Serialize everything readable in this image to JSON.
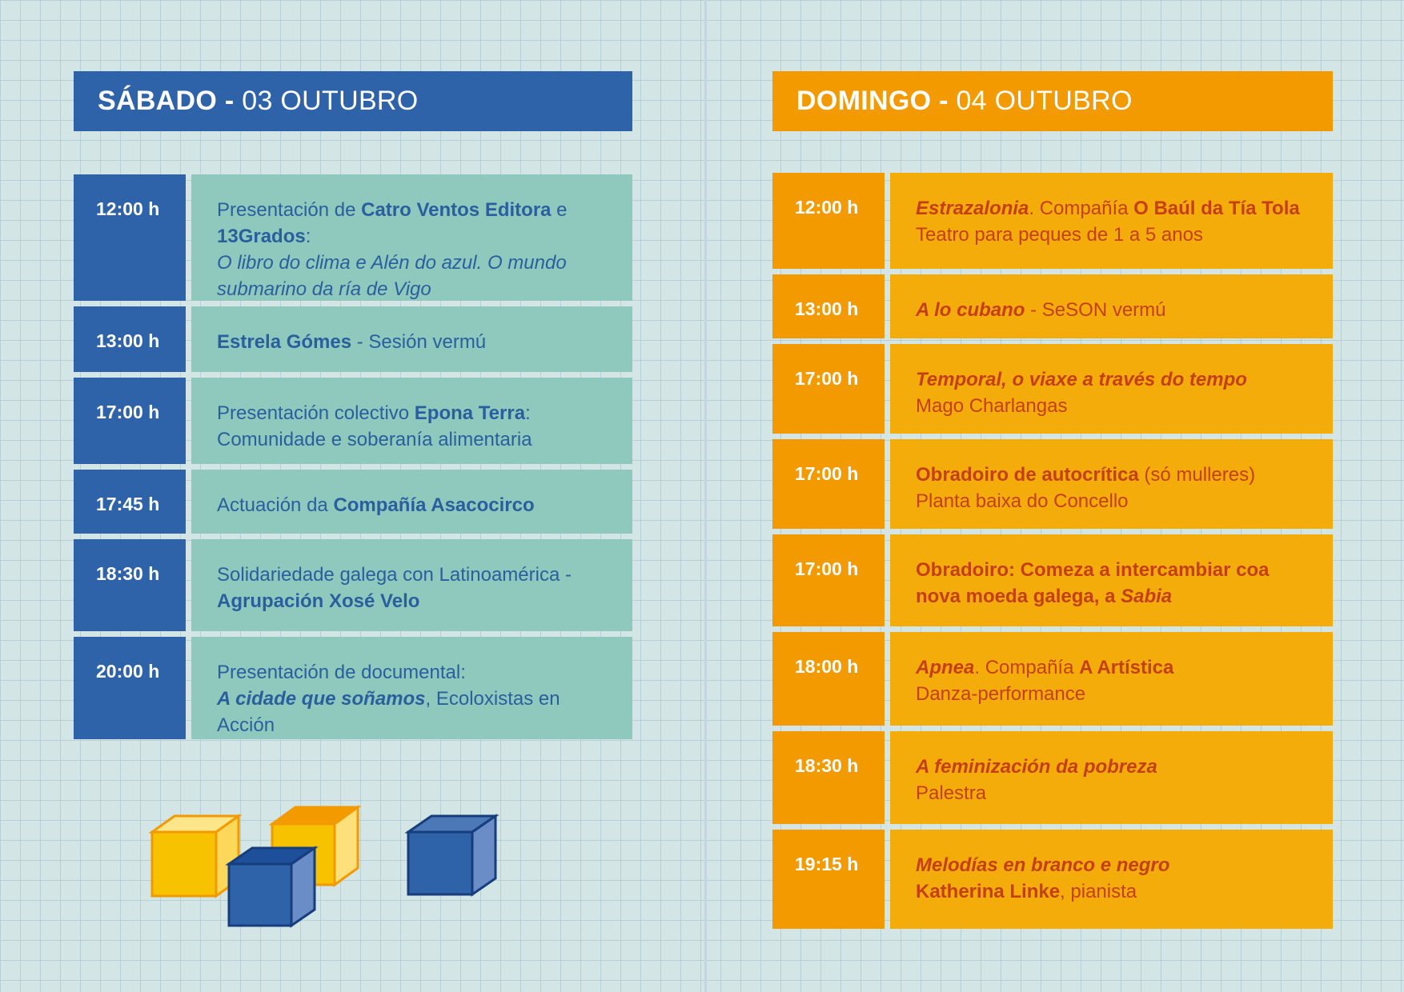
{
  "saturday": {
    "day": "SÁBADO",
    "sep": " - ",
    "date": "03 OUTUBRO",
    "events": [
      {
        "time": "12:00 h",
        "height": 158,
        "parts": [
          {
            "t": "Presentación de ",
            "s": ""
          },
          {
            "t": "Catro Ventos Editora",
            "s": "b"
          },
          {
            "t": " e ",
            "s": ""
          },
          {
            "t": "13Grados",
            "s": "b"
          },
          {
            "t": ":",
            "s": ""
          },
          {
            "br": true
          },
          {
            "t": "O libro do clima  e Alén do azul. O mundo submarino da ría de Vigo",
            "s": "i"
          }
        ]
      },
      {
        "time": "13:00 h",
        "height": 82,
        "parts": [
          {
            "t": "Estrela Gómes",
            "s": "b"
          },
          {
            "t": " - Sesión vermú",
            "s": ""
          }
        ]
      },
      {
        "time": "17:00 h",
        "height": 108,
        "parts": [
          {
            "t": "Presentación colectivo ",
            "s": ""
          },
          {
            "t": "Epona Terra",
            "s": "b"
          },
          {
            "t": ":",
            "s": ""
          },
          {
            "br": true
          },
          {
            "t": "Comunidade e soberanía alimentaria",
            "s": ""
          }
        ]
      },
      {
        "time": "17:45 h",
        "height": 80,
        "parts": [
          {
            "t": "Actuación da ",
            "s": ""
          },
          {
            "t": "Compañía Asacocirco",
            "s": "b"
          }
        ]
      },
      {
        "time": "18:30 h",
        "height": 115,
        "parts": [
          {
            "t": "Solidariedade galega con Latinoamérica -",
            "s": ""
          },
          {
            "br": true
          },
          {
            "t": "Agrupación Xosé Velo",
            "s": "b"
          }
        ]
      },
      {
        "time": "20:00 h",
        "height": 128,
        "parts": [
          {
            "t": "Presentación de documental:",
            "s": ""
          },
          {
            "br": true
          },
          {
            "t": "A cidade que soñamos",
            "s": "bi"
          },
          {
            "t": ", Ecoloxistas en Acción",
            "s": ""
          }
        ]
      }
    ]
  },
  "sunday": {
    "day": "DOMINGO",
    "sep": " -  ",
    "date": "04 OUTUBRO",
    "events": [
      {
        "time": "12:00 h",
        "height": 120,
        "parts": [
          {
            "t": "Estrazalonia",
            "s": "bi"
          },
          {
            "t": ". Compañía ",
            "s": ""
          },
          {
            "t": "O Baúl da Tía Tola",
            "s": "b"
          },
          {
            "br": true
          },
          {
            "t": "Teatro para peques de 1 a 5 anos",
            "s": ""
          }
        ]
      },
      {
        "time": "13:00 h",
        "height": 80,
        "parts": [
          {
            "t": "A lo cubano",
            "s": "bi"
          },
          {
            "t": " - SeSON vermú",
            "s": ""
          }
        ]
      },
      {
        "time": "17:00 h",
        "height": 112,
        "parts": [
          {
            "t": "Temporal, o viaxe a través do tempo",
            "s": "bi"
          },
          {
            "br": true
          },
          {
            "t": "Mago Charlangas",
            "s": ""
          }
        ]
      },
      {
        "time": "17:00 h",
        "height": 112,
        "parts": [
          {
            "t": "Obradoiro de autocrítica",
            "s": "b"
          },
          {
            "t": " (só mulleres)",
            "s": ""
          },
          {
            "br": true
          },
          {
            "t": "Planta baixa do Concello",
            "s": ""
          }
        ]
      },
      {
        "time": "17:00 h",
        "height": 115,
        "parts": [
          {
            "t": "Obradoiro: Comeza a intercambiar coa nova moeda galega, a ",
            "s": "b"
          },
          {
            "t": "Sabia",
            "s": "bi"
          }
        ]
      },
      {
        "time": "18:00 h",
        "height": 117,
        "parts": [
          {
            "t": "Apnea",
            "s": "bi"
          },
          {
            "t": ". Compañía ",
            "s": ""
          },
          {
            "t": "A Artística",
            "s": "b"
          },
          {
            "br": true
          },
          {
            "t": "Danza-performance",
            "s": ""
          }
        ]
      },
      {
        "time": "18:30 h",
        "height": 116,
        "parts": [
          {
            "t": "A feminización da pobreza",
            "s": "bi"
          },
          {
            "br": true
          },
          {
            "t": "Palestra",
            "s": ""
          }
        ]
      },
      {
        "time": "19:15 h",
        "height": 124,
        "parts": [
          {
            "t": "Melodías en branco e negro",
            "s": "bi"
          },
          {
            "br": true
          },
          {
            "t": "Katherina Linke",
            "s": "b"
          },
          {
            "t": ", pianista",
            "s": ""
          }
        ]
      }
    ]
  },
  "colors": {
    "blue": "#2f63a9",
    "teal": "#8fc9bd",
    "orange": "#f29a00",
    "amber": "#f4ac0b",
    "red_text": "#c53f12",
    "yellow_cube": "#f7c300"
  }
}
